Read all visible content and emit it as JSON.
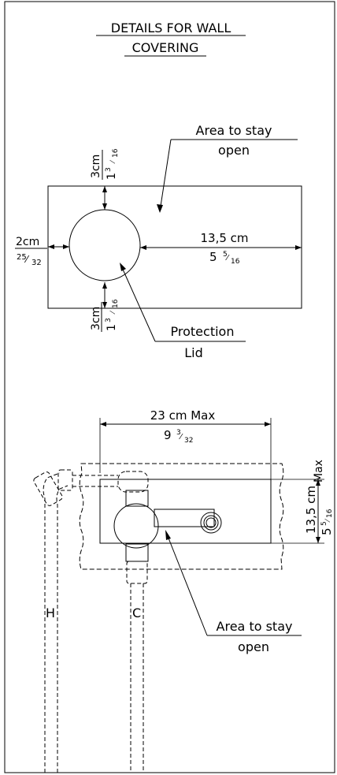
{
  "title": {
    "line1": "DETAILS FOR WALL",
    "line2": "COVERING"
  },
  "top_diagram": {
    "area_label_line1": "Area to stay",
    "area_label_line2": "open",
    "top_gap_metric": "3cm",
    "top_gap_imperial": "1 3/16",
    "left_gap_metric": "2cm",
    "left_gap_imperial": "25/32",
    "right_gap_metric": "13,5 cm",
    "right_gap_imperial": "5 5/16",
    "bottom_gap_metric": "3cm",
    "bottom_gap_imperial": "1 3/16",
    "lid_label_line1": "Protection",
    "lid_label_line2": "Lid"
  },
  "bottom_diagram": {
    "width_metric": "23 cm Max",
    "width_imperial": "9 3/32",
    "height_metric": "13,5 cm",
    "height_imperial": "5 5/16",
    "height_max": "Max",
    "hot_pipe_label": "H",
    "cold_pipe_label": "C",
    "area_label_line1": "Area to stay",
    "area_label_line2": "open"
  }
}
